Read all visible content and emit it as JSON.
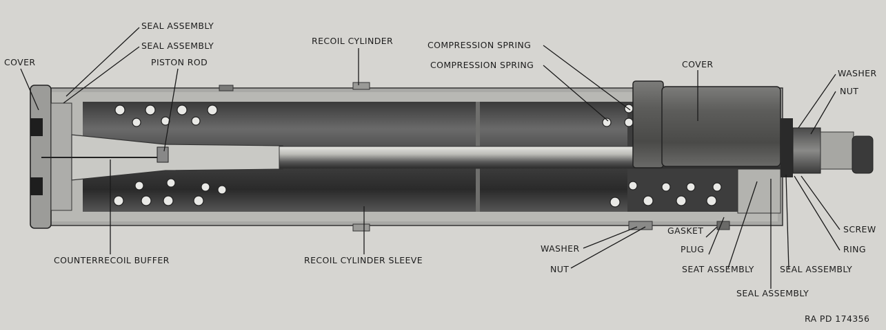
{
  "labels": {
    "seal_assembly_1": "SEAL ASSEMBLY",
    "seal_assembly_2": "SEAL ASSEMBLY",
    "cover_left": "COVER",
    "piston_rod": "PISTON ROD",
    "recoil_cylinder": "RECOIL CYLINDER",
    "compression_spring_1": "COMPRESSION SPRING",
    "compression_spring_2": "COMPRESSION SPRING",
    "cover_right": "COVER",
    "washer_right": "WASHER",
    "nut_right": "NUT",
    "counterrecoil_buffer": "COUNTERRECOIL BUFFER",
    "recoil_cylinder_sleeve": "RECOIL CYLINDER SLEEVE",
    "washer_bottom": "WASHER",
    "nut_bottom": "NUT",
    "gasket": "GASKET",
    "plug": "PLUG",
    "seat_assembly": "SEAT ASSEMBLY",
    "seal_assembly_bottom_right": "SEAL ASSEMBLY",
    "seal_assembly_bottom": "SEAL ASSEMBLY",
    "screw": "SCREW",
    "ring": "RING"
  },
  "figure_id": "RA PD 174356"
}
